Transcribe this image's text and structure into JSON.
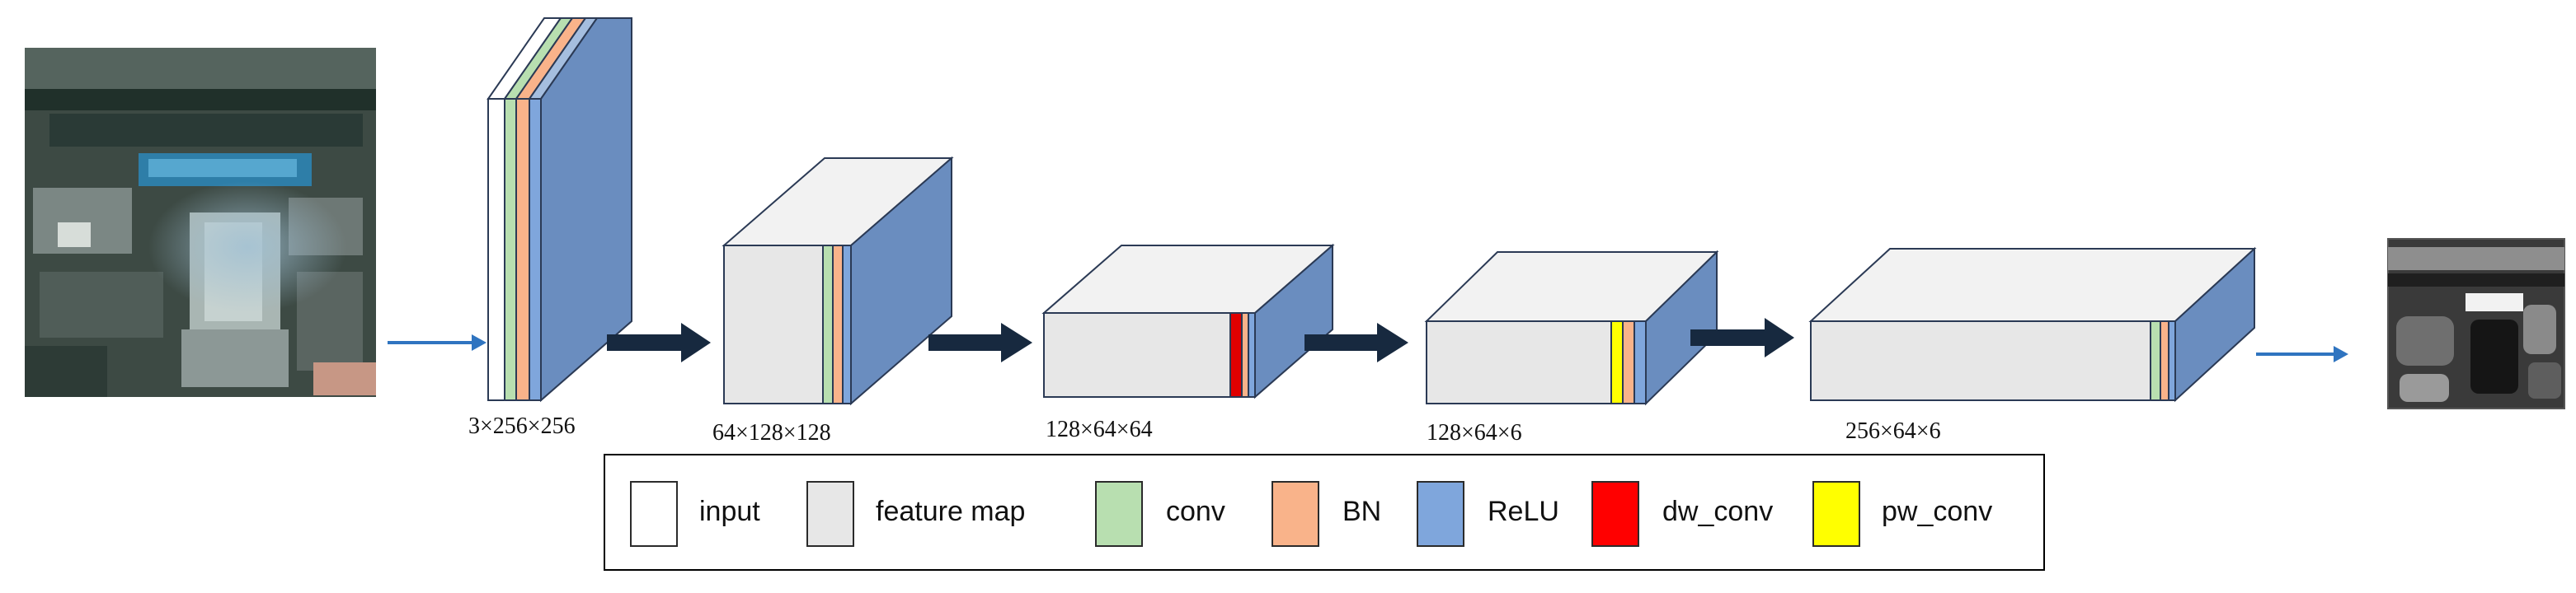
{
  "input_image": {
    "name": "input-satellite-image"
  },
  "output_image": {
    "name": "output-segmentation-map"
  },
  "blocks": [
    {
      "name": "block-input",
      "dim_label": "3×256×256"
    },
    {
      "name": "block-1",
      "dim_label": "64×128×128"
    },
    {
      "name": "block-2",
      "dim_label": "128×64×64"
    },
    {
      "name": "block-3",
      "dim_label": "128×64×6"
    },
    {
      "name": "block-4",
      "dim_label": "256×64×6"
    }
  ],
  "legend": [
    {
      "key": "input",
      "label": "input",
      "color": "#ffffff"
    },
    {
      "key": "feature-map",
      "label": "feature map",
      "color": "#e7e7e7"
    },
    {
      "key": "conv",
      "label": "conv",
      "color": "#b8dfb0"
    },
    {
      "key": "bn",
      "label": "BN",
      "color": "#f9b38a"
    },
    {
      "key": "relu",
      "label": "ReLU",
      "color": "#7fa6dc"
    },
    {
      "key": "dw-conv",
      "label": "dw_conv",
      "color": "#ff0000"
    },
    {
      "key": "pw-conv",
      "label": "pw_conv",
      "color": "#ffff00"
    }
  ],
  "colors": {
    "relu_side": "#6a8dbf",
    "relu_top": "#a5bedf",
    "face_top": "#f2f2f2",
    "arrow_navy": "#17293f",
    "arrow_blue": "#2f74c0",
    "outline": "#2b3a55"
  }
}
